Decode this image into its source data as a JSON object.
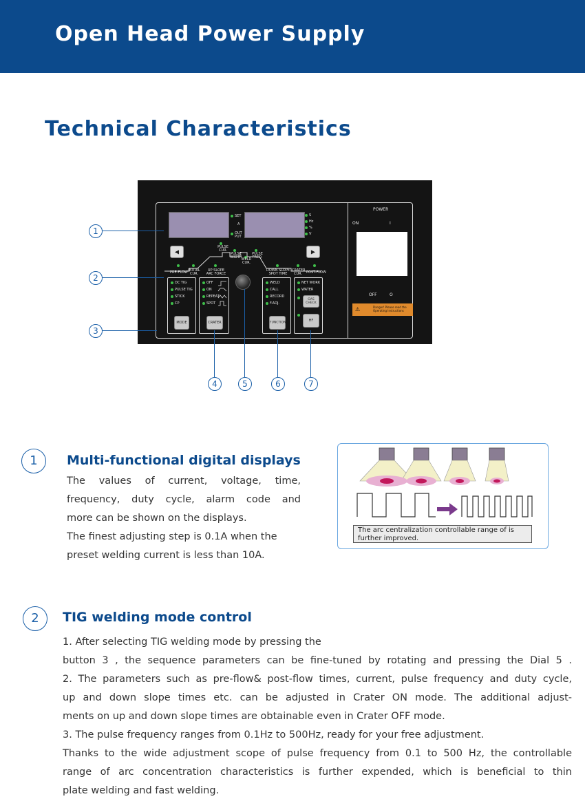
{
  "header": {
    "title": "Open Head Power Supply"
  },
  "section": {
    "title": "Technical Characteristics"
  },
  "panel": {
    "left_indicators": [
      "SET",
      "A",
      "OUT PUT"
    ],
    "right_indicators": [
      "S",
      "Hz",
      "%",
      "V"
    ],
    "power_label": "POWER",
    "on_label": "ON",
    "on_symbol": "I",
    "off_label": "OFF",
    "off_symbol": "O",
    "warning_text": "Danger! Please read the Operating Instructions",
    "sequence_labels": {
      "pulse_cur": "PULSE CUR.",
      "pulse_width": "PULSE WIDTH",
      "weld_cur": "WELD CUR.",
      "pulse_freq": "PULSE FREQ.",
      "pre_flow": "PRE-FLOW",
      "initial_cur": "INITIAL CUR.",
      "up_slope": "UP SLOPE ARC FORCE",
      "down_slope": "DOWN SLOPE SPOT TIME",
      "crater_cur": "CRATER CUR.",
      "post_flow": "POST-FLOW"
    },
    "mode_items": [
      "DC TIG",
      "PULSE TIG",
      "STICK",
      "CP"
    ],
    "mode_button": "MODE",
    "crater_items": [
      "OFF",
      "ON",
      "REPEAT",
      "SPOT"
    ],
    "crater_button": "CRATER",
    "function_items": [
      "WELD",
      "CALL",
      "RECORD",
      "F.ADJ."
    ],
    "function_button": "FUNCTION",
    "network_items": [
      "NET WORK",
      "WATER"
    ],
    "gas_button": "GAS CHECK",
    "hf_button": "HF",
    "callouts": [
      "1",
      "2",
      "3",
      "4",
      "5",
      "6",
      "7"
    ]
  },
  "feature1": {
    "number": "1",
    "title": "Multi-functional digital displays",
    "lines": [
      "The values of current, voltage, time,",
      "frequency, duty cycle, alarm code and",
      "more can be shown on the displays.",
      "The finest adjusting step is 0.1A when the",
      "preset welding current is less than 10A."
    ],
    "caption": "The arc centralization controllable range of is further improved."
  },
  "feature2": {
    "number": "2",
    "title": "TIG welding mode control",
    "lines": [
      "1. After selecting TIG welding mode by pressing the",
      "button 3 , the sequence parameters can be fine-tuned by rotating and pressing the Dial 5 .",
      "2. The parameters such as pre-flow& post-flow times, current, pulse frequency and duty cycle,",
      "up and down slope times etc. can be adjusted in Crater ON mode. The additional adjust-",
      "ments on up and down slope times are obtainable even in Crater OFF mode.",
      "3. The pulse frequency ranges from 0.1Hz to 500Hz, ready for your free adjustment.",
      "Thanks to the wide adjustment scope of pulse frequency from 0.1 to 500 Hz, the controllable",
      "range of arc concentration characteristics is further expended, which is beneficial to thin",
      "plate welding and fast welding."
    ]
  },
  "colors": {
    "brand": "#0c4a8c",
    "accent": "#1a5fa8",
    "led": "#3fbf4a",
    "display": "#9a8fb0"
  }
}
